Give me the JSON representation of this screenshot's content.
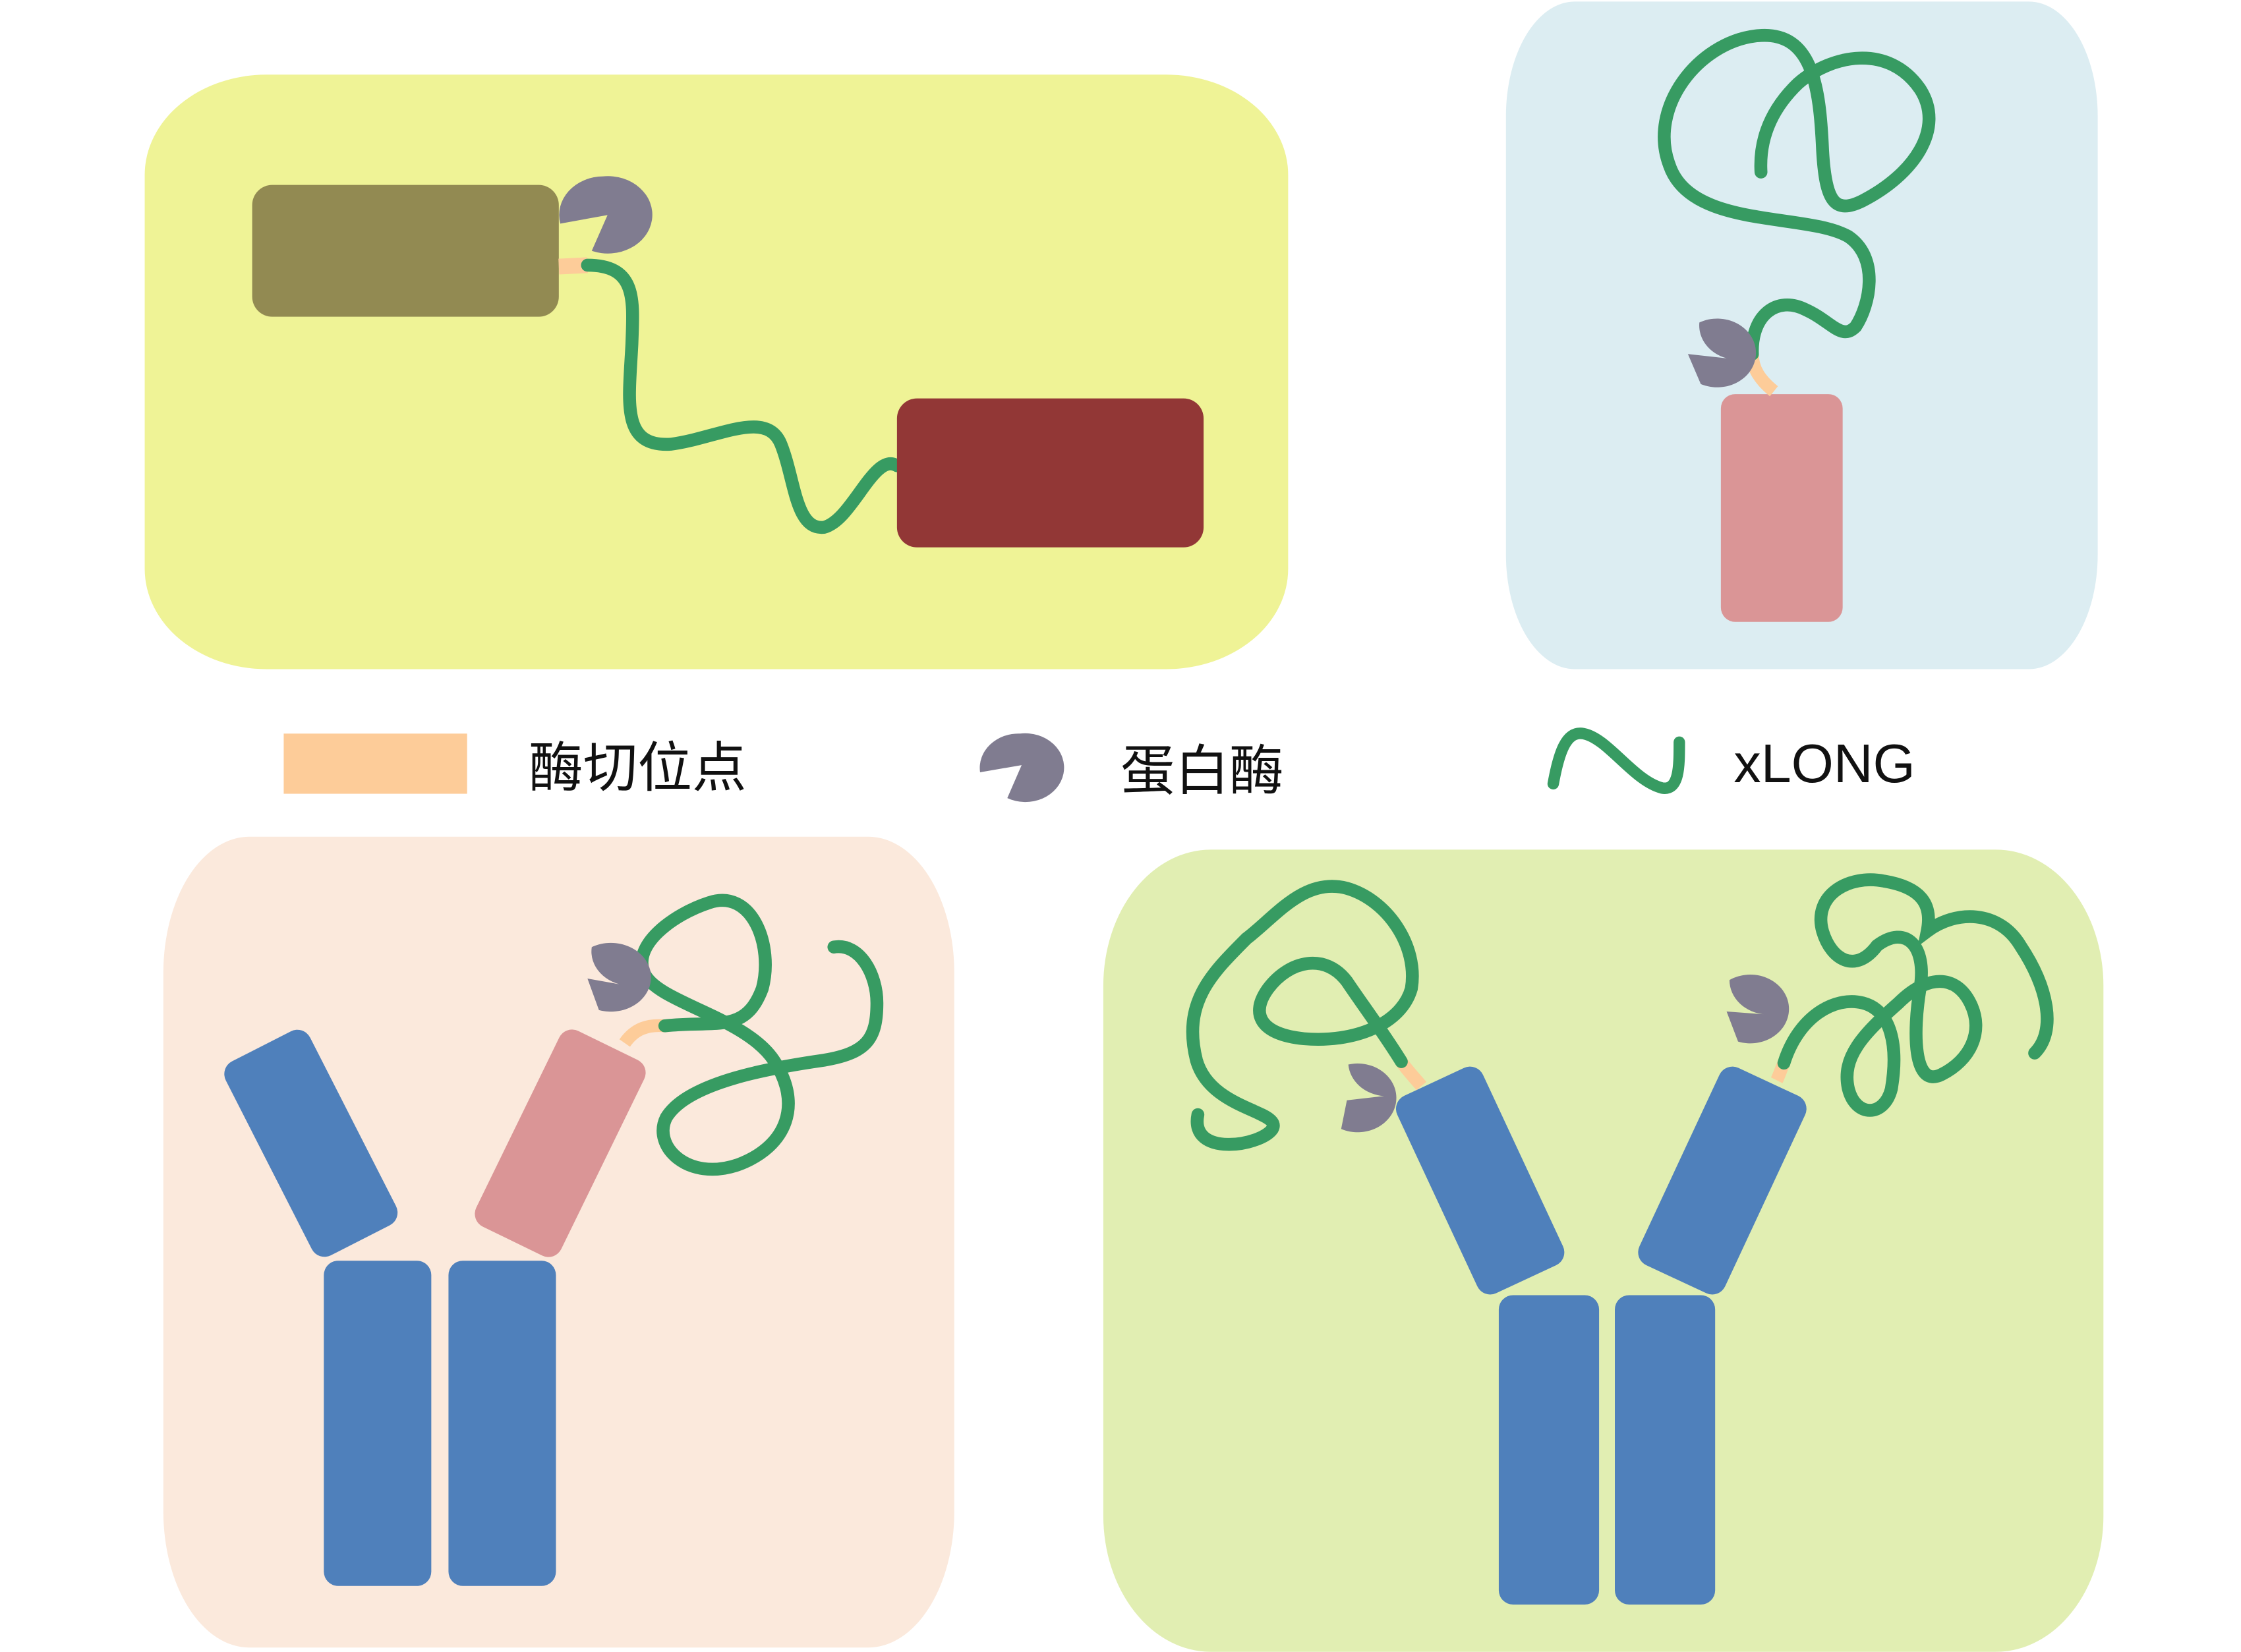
{
  "colors": {
    "panel_top_left": "#eff396",
    "panel_top_right": "#dcedf2",
    "panel_bottom_left": "#fbe9dc",
    "panel_bottom_right": "#e1eeb2",
    "cleavage_site": "#fdcc99",
    "protease": "#807c90",
    "xlong": "#379b62",
    "olive_domain": "#928a52",
    "darkred_domain": "#923736",
    "pink_domain": "#da9596",
    "antibody_blue": "#4f80bb"
  },
  "legend": {
    "cleavage_site_label": "酶切位点",
    "protease_label": "蛋白酶",
    "xlong_label": "xLONG"
  },
  "icons": {
    "cleavage_site": "peach-rectangle",
    "protease": "pacman-protease-icon",
    "xlong": "wavy-green-chain-icon"
  }
}
